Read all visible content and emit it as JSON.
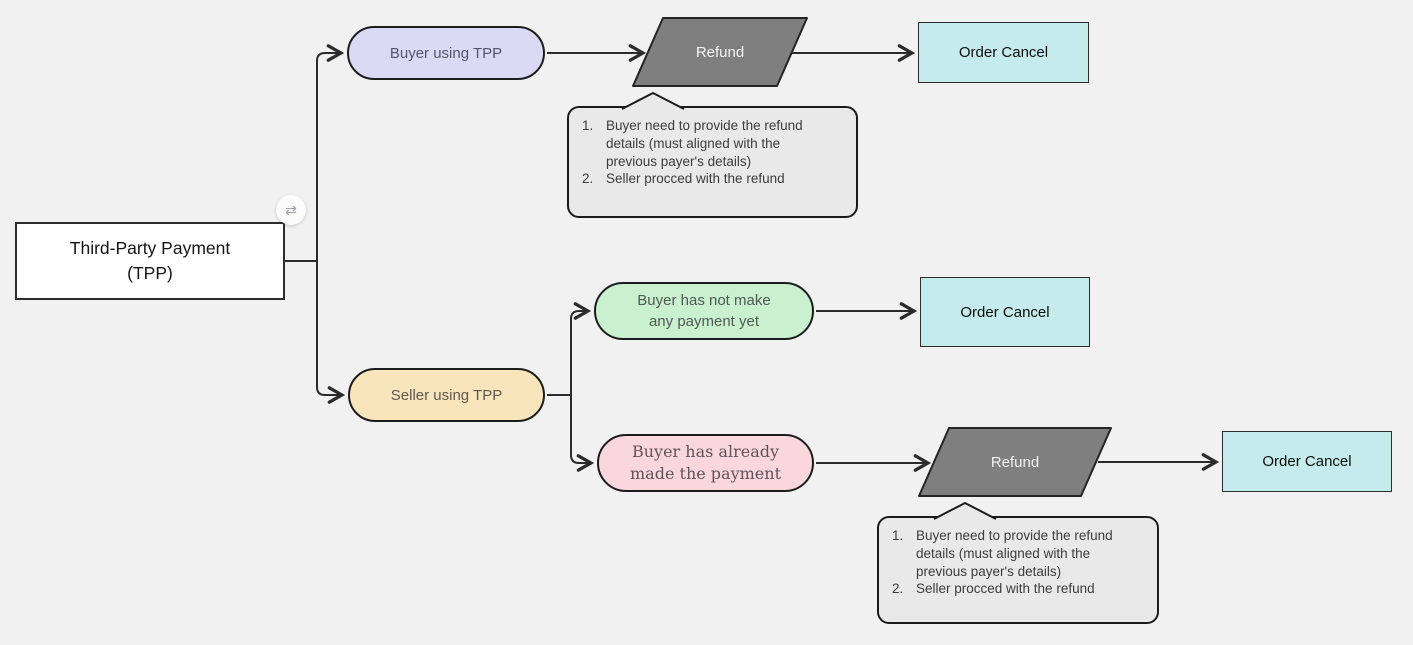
{
  "diagram": {
    "root": {
      "line1": "Third-Party Payment",
      "line2": "(TPP)",
      "badge_icon": "⇄"
    },
    "branches": {
      "buyer": {
        "label": "Buyer using TPP"
      },
      "seller": {
        "label": "Seller using TPP"
      }
    },
    "conditions": {
      "no_payment": {
        "line1": "Buyer has not make",
        "line2": "any payment yet"
      },
      "paid": {
        "line1": "Buyer has already",
        "line2": "made the payment"
      }
    },
    "processes": {
      "refund_top": {
        "label": "Refund"
      },
      "refund_bottom": {
        "label": "Refund"
      }
    },
    "terminals": {
      "order_cancel_top": {
        "label": "Order Cancel"
      },
      "order_cancel_mid": {
        "label": "Order Cancel"
      },
      "order_cancel_bottom": {
        "label": "Order Cancel"
      }
    },
    "refund_note": {
      "items": [
        {
          "num": "1.",
          "text": "Buyer need to provide the refund details (must aligned with the previous payer's details)"
        },
        {
          "num": "2.",
          "text": "Seller procced with the refund"
        }
      ]
    },
    "colors": {
      "background": "#f1f1f2",
      "root_fill": "#ffffff",
      "buyer_fill": "#dcd9f4",
      "seller_fill": "#f8e5bb",
      "no_payment_fill": "#c9f0cf",
      "paid_fill": "#f9d7dd",
      "order_cancel_fill": "#c5ebec",
      "refund_fill": "#7f7f7f",
      "note_fill": "#e9e9e9",
      "line": "#2b2b2b"
    }
  }
}
